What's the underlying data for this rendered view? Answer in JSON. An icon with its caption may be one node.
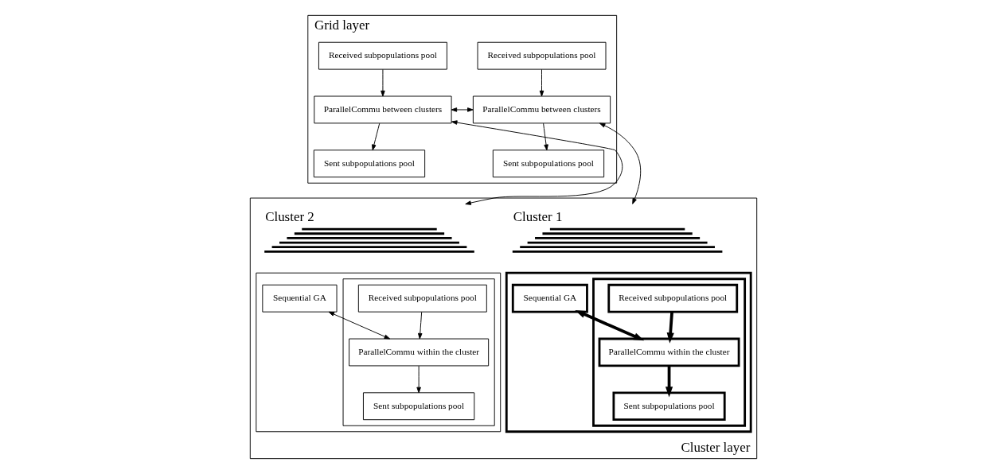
{
  "diagram": {
    "nodes": [
      {
        "text": [
          "Grid layer"
        ]
      },
      {
        "text": [
          "ParallelCommu between clusters"
        ],
        "in": 0
      },
      {
        "text": [
          "Received subpopulations pool"
        ],
        "in": 0
      },
      {
        "text": [
          "Sent subpopulations pool"
        ],
        "in": 0
      },
      {
        "text": [
          "ParallelCommu between clusters"
        ],
        "in": 0
      },
      {
        "text": [
          "Received subpopulations pool"
        ],
        "in": 0
      },
      {
        "text": [
          "Sent subpopulations pool"
        ],
        "in": 0
      },
      {
        "text": [
          "Cluster layer"
        ]
      },
      {
        "text": [
          "Cluster 1"
        ],
        "in": 7
      },
      {
        "text": [],
        "shape": "box",
        "in": 7
      },
      {
        "text": [
          "Sequential GA"
        ],
        "in": 9
      },
      {
        "text": [],
        "shape": "box",
        "in": 9
      },
      {
        "text": [
          "ParallelCommu within the cluster"
        ],
        "in": 11
      },
      {
        "text": [
          "Received subpopulations pool"
        ],
        "in": 11
      },
      {
        "text": [
          "Sent subpopulations pool"
        ],
        "in": 11
      },
      {
        "text": [
          "Cluster 2"
        ],
        "in": 7
      },
      {
        "text": [],
        "shape": "box",
        "in": 7
      },
      {
        "text": [
          "Sequential GA"
        ],
        "in": 16
      },
      {
        "text": [],
        "shape": "box",
        "in": 16
      },
      {
        "text": [
          "ParallelCommu within the cluster"
        ],
        "in": 18
      },
      {
        "text": [
          "Received subpopulations pool"
        ],
        "in": 18
      },
      {
        "text": [
          "Sent subpopulations pool"
        ],
        "in": 18
      }
    ],
    "edges": [
      {
        "from": 1,
        "to": 4,
        "arrow": "both"
      },
      {
        "from": 2,
        "to": 1,
        "arrow": "to"
      },
      {
        "from": 1,
        "to": 3,
        "arrow": "to"
      },
      {
        "from": 5,
        "to": 4,
        "arrow": "to"
      },
      {
        "from": 4,
        "to": 6,
        "arrow": "to"
      },
      {
        "from": 1,
        "to": 8,
        "arrow": "both"
      },
      {
        "from": 4,
        "to": 15,
        "arrow": "both"
      },
      {
        "from": 10,
        "to": 12,
        "arrow": "both",
        "style": "thick"
      },
      {
        "from": 13,
        "to": 12,
        "arrow": "to",
        "style": "thick"
      },
      {
        "from": 12,
        "to": 14,
        "arrow": "to",
        "style": "thick"
      },
      {
        "from": 17,
        "to": 19,
        "arrow": "both"
      },
      {
        "from": 20,
        "to": 19,
        "arrow": "to"
      },
      {
        "from": 19,
        "to": 21,
        "arrow": "to"
      }
    ]
  }
}
